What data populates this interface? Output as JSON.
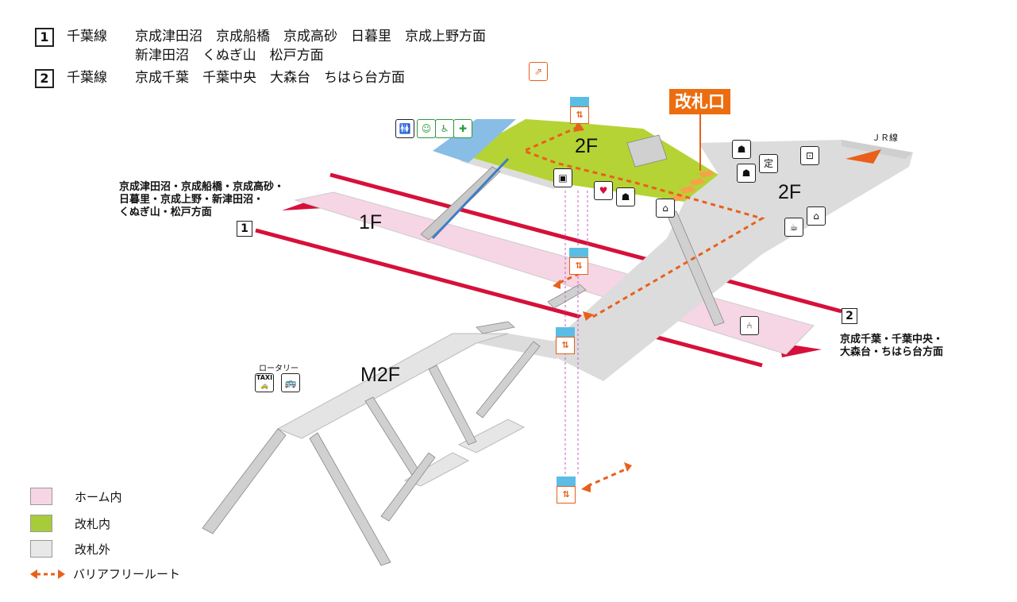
{
  "lines": [
    {
      "number": "1",
      "name": "千葉線",
      "destinations": "京成津田沼　京成船橋　京成高砂　日暮里　京成上野方面\n新津田沼　くぬぎ山　松戸方面"
    },
    {
      "number": "2",
      "name": "千葉線",
      "destinations": "京成千葉　千葉中央　大森台　ちはら台方面"
    }
  ],
  "floors": {
    "upper_left": "2F",
    "upper_right": "2F",
    "platform": "1F",
    "mezzanine": "M2F"
  },
  "gate_label": "改札口",
  "jr_label": "ＪＲ線",
  "direction_1": {
    "badge": "1",
    "text": "京成津田沼・京成船橋・京成高砂・\n日暮里・京成上野・新津田沼・\nくぬぎ山・松戸方面"
  },
  "direction_2": {
    "badge": "2",
    "text": "京成千葉・千葉中央・\n大森台・ちはら台方面"
  },
  "rotary_label": "ロータリー",
  "taxi_label": "TAXI",
  "legend": [
    {
      "label": "ホーム内",
      "color": "#f6d6e4"
    },
    {
      "label": "改札内",
      "color": "#a6cc3a"
    },
    {
      "label": "改札外",
      "color": "#e8e8e8"
    },
    {
      "label": "バリアフリールート",
      "color": "#e8601b"
    }
  ],
  "colors": {
    "rail": "#d6103b",
    "route": "#e8601b",
    "platform": "#f6d6e4",
    "paid": "#b5d334",
    "unpaid": "#dcdcdc",
    "elevator": "#5bbde6"
  },
  "icons": [
    "restroom-icon",
    "baby-icon",
    "wheelchair-icon",
    "ostomate-icon",
    "escalator-icon",
    "elevator-icon",
    "locker-icon",
    "aed-icon",
    "station-office-icon",
    "ticket-machine-icon",
    "fare-adjust-icon",
    "commuter-pass-icon",
    "atm-icon",
    "coffee-icon",
    "shop-icon",
    "bench-icon",
    "taxi-icon",
    "bus-icon"
  ]
}
